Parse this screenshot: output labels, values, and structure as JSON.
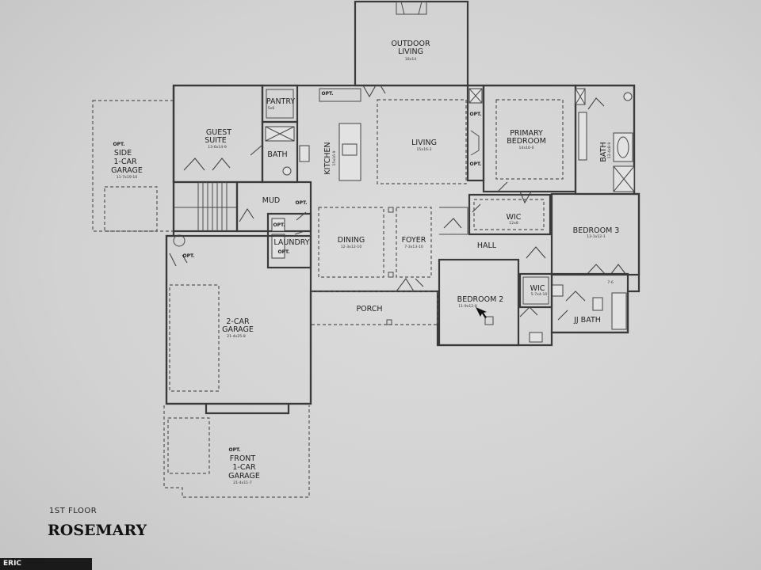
{
  "plan": {
    "floor_label": "1ST FLOOR",
    "name": "ROSEMARY",
    "watermark": "ERIC"
  },
  "rooms": {
    "outdoor_living": {
      "name": [
        "OUTDOOR",
        "LIVING"
      ],
      "dim": "18x14"
    },
    "guest_suite": {
      "name": [
        "GUEST",
        "SUITE"
      ],
      "dim": "13-6x14-9"
    },
    "pantry": {
      "name": [
        "PANTRY"
      ],
      "dim": "5x6"
    },
    "bath_guest": {
      "name": [
        "BATH"
      ]
    },
    "kitchen": {
      "name": [
        "KITCHEN"
      ],
      "dim": "15x16-9"
    },
    "living": {
      "name": [
        "LIVING"
      ],
      "dim": "15x16-3"
    },
    "primary_bedroom": {
      "name": [
        "PRIMARY",
        "BEDROOM"
      ],
      "dim": "14x16-0"
    },
    "primary_bath": {
      "name": [
        "BATH"
      ],
      "dim": "12-4x8-9"
    },
    "side_garage": {
      "name": [
        "OPT.",
        "SIDE",
        "1-CAR",
        "GARAGE"
      ],
      "dim": "11-7x19-10"
    },
    "mud": {
      "name": [
        "MUD"
      ]
    },
    "laundry": {
      "name": [
        "LAUNDRY"
      ]
    },
    "dining": {
      "name": [
        "DINING"
      ],
      "dim": "12-3x12-10"
    },
    "foyer": {
      "name": [
        "FOYER"
      ],
      "dim": "7-3x13-10"
    },
    "wic_primary": {
      "name": [
        "WIC"
      ],
      "dim": "12x8"
    },
    "hall": {
      "name": [
        "HALL"
      ]
    },
    "bedroom3": {
      "name": [
        "BEDROOM 3"
      ],
      "dim": "13-1x12-1"
    },
    "porch": {
      "name": [
        "PORCH"
      ]
    },
    "bedroom2": {
      "name": [
        "BEDROOM 2"
      ],
      "dim": "11-9x12-8"
    },
    "wic_jj": {
      "name": [
        "WIC"
      ],
      "dim": "5-7x4-10"
    },
    "jj_bath": {
      "name": [
        "JJ BATH"
      ]
    },
    "garage2": {
      "name": [
        "2-CAR",
        "GARAGE"
      ],
      "dim": "21-4x25-8"
    },
    "front_garage": {
      "name": [
        "OPT.",
        "FRONT",
        "1-CAR",
        "GARAGE"
      ],
      "dim": "21-4x11-7"
    }
  },
  "opt_tags": [
    "OPT.",
    "OPT.",
    "OPT.",
    "OPT.",
    "OPT.",
    "OPT.",
    "OPT."
  ],
  "misc_dims": [
    "7-6"
  ],
  "colors": {
    "paper": "#d4d4d4",
    "ink": "#3a3a3a"
  }
}
